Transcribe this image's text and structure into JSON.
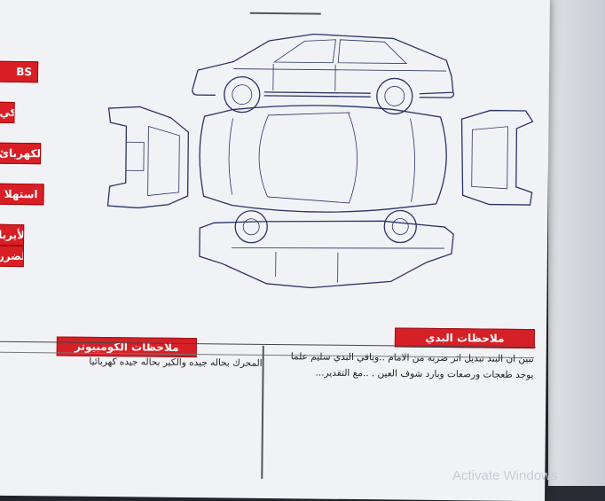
{
  "side_labels": [
    "BS",
    "الكي",
    "الكهربائ",
    "استهلا",
    "الأيربا",
    "الضرر"
  ],
  "computer_notes": {
    "title": "ملاحظات الكومبيوتر",
    "text": "المحرك بحاله جيده والكير بحاله جيده كهربائيا"
  },
  "body_notes": {
    "title": "ملاحظات البدي",
    "lines": [
      "تبين ان البند تبديل اثر ضربه من الامام ..وباقي البدي سليم علما",
      "يوجد طعجات ورصعات وبارد شوف العين . ..مع التقدير..."
    ]
  },
  "watermark": "Activate Windows"
}
